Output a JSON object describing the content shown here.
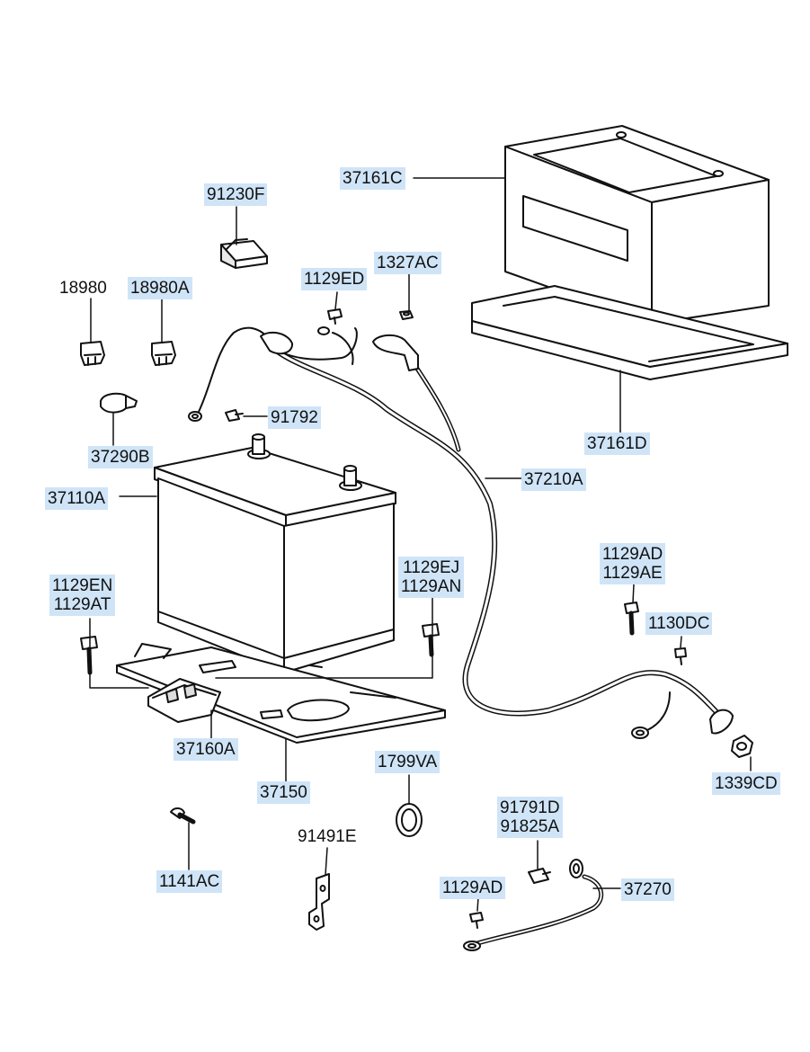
{
  "labels": {
    "p37161C": "37161C",
    "p91230F": "91230F",
    "p1327AC": "1327AC",
    "p1129ED": "1129ED",
    "p18980": "18980",
    "p18980A": "18980A",
    "p91792": "91792",
    "p37161D": "37161D",
    "p37290B": "37290B",
    "p37210A": "37210A",
    "p37110A": "37110A",
    "p1129AD_top_1": "1129AD",
    "p1129AD_top_2": "1129AE",
    "p1129EJ_1": "1129EJ",
    "p1129EJ_2": "1129AN",
    "p1129EN_1": "1129EN",
    "p1129EN_2": "1129AT",
    "p1130DC": "1130DC",
    "p37160A": "37160A",
    "p37150": "37150",
    "p1799VA": "1799VA",
    "p1339CD": "1339CD",
    "p91791D_1": "91791D",
    "p91791D_2": "91825A",
    "p91491E": "91491E",
    "p1141AC": "1141AC",
    "p1129AD_bottom": "1129AD",
    "p37270": "37270"
  },
  "colors": {
    "highlight": "#cfe4f7",
    "line": "#111111",
    "part_fill": "#ffffff",
    "shade": "#d9d9d9"
  }
}
